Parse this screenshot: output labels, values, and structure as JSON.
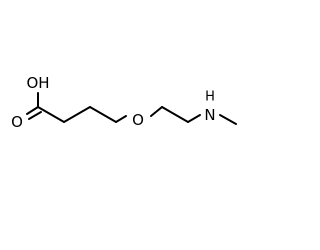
{
  "molecule": {
    "atoms": {
      "oh": "OH",
      "carbonyl_o": "O",
      "ether_o": "O",
      "n": "N",
      "h": "H"
    },
    "colors": {
      "bond": "#000000",
      "label": "#000000",
      "background": "#ffffff"
    }
  }
}
